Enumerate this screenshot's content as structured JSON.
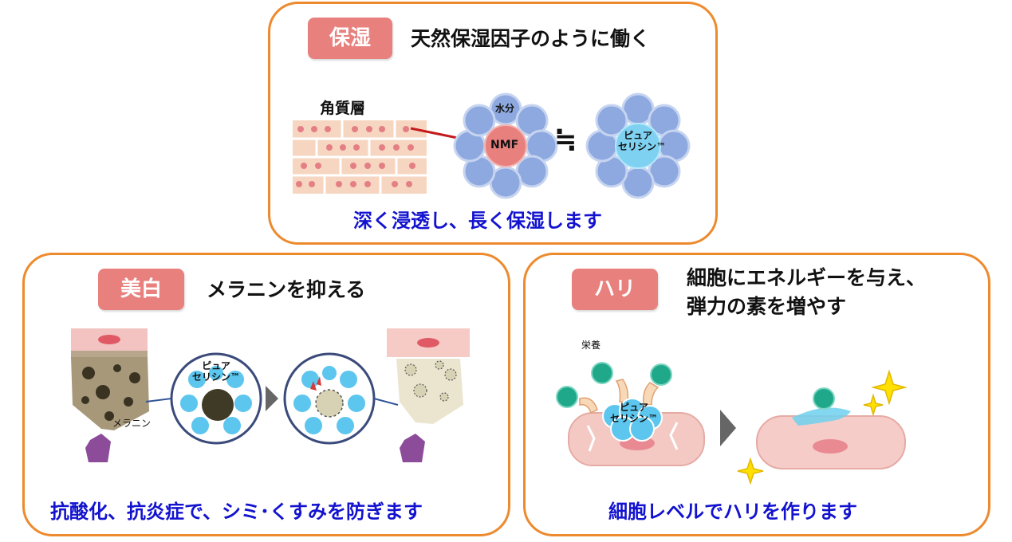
{
  "moisture": {
    "badge": "保湿",
    "heading": "天然保湿因子のように働く",
    "stratum_label": "角質層",
    "water_label": "水分",
    "nmf_label": "NMF",
    "approx_symbol": "≒",
    "pure_line1": "ピュア",
    "pure_line2": "セリシン™",
    "caption": "深く浸透し、長く保湿します"
  },
  "whitening": {
    "badge": "美白",
    "heading": "メラニンを抑える",
    "pure_line1": "ピュア",
    "pure_line2": "セリシン™",
    "melanin_label": "メラニン",
    "caption": "抗酸化、抗炎症で、シミ･くすみを防ぎます"
  },
  "firmness": {
    "badge": "ハリ",
    "heading_line1": "細胞にエネルギーを与え、",
    "heading_line2": "弾力の素を増やす",
    "nutrition_label": "栄養",
    "pure_line1": "ピュア",
    "pure_line2": "セリシン™",
    "caption": "細胞レベルでハリを作ります"
  },
  "colors": {
    "border": "#ed8a2d",
    "badge": "#e8807e",
    "caption": "#1313cf",
    "water_bubble": "#8da9e0",
    "sericin_bubble": "#5cc6ee",
    "nmf": "#e8807e",
    "melanin": "#6b6440",
    "teal": "#1fa88a"
  },
  "icons": [
    "arrow-right-icon",
    "sparkle-icon",
    "cell-icon",
    "bubble-icon"
  ]
}
